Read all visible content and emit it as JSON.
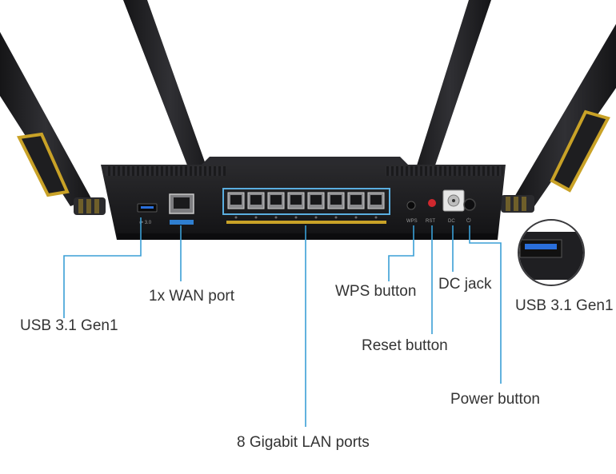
{
  "callouts": {
    "usb_left": "USB 3.1 Gen1",
    "wan": "1x WAN port",
    "lan": "8 Gigabit LAN ports",
    "wps": "WPS button",
    "reset": "Reset button",
    "dc": "DC jack",
    "power": "Power button",
    "usb_right": "USB 3.1 Gen1"
  },
  "panel_markings": {
    "wps": "WPS",
    "reset": "RST",
    "dc": "DC"
  },
  "lan_port_count": 8,
  "colors": {
    "leader_line": "#3a9fd6",
    "router_body": "#1b1b1d",
    "accent_gold": "#c9a227",
    "lan_highlight": "#5aaee0",
    "wan_tag": "#2f7fd0",
    "usb_blue": "#2a6fdb",
    "reset_red": "#d0282e"
  },
  "icons": [
    "antenna-icon",
    "usb-port-icon",
    "ethernet-port-icon",
    "dc-jack-icon",
    "power-button-icon",
    "reset-button-icon"
  ]
}
